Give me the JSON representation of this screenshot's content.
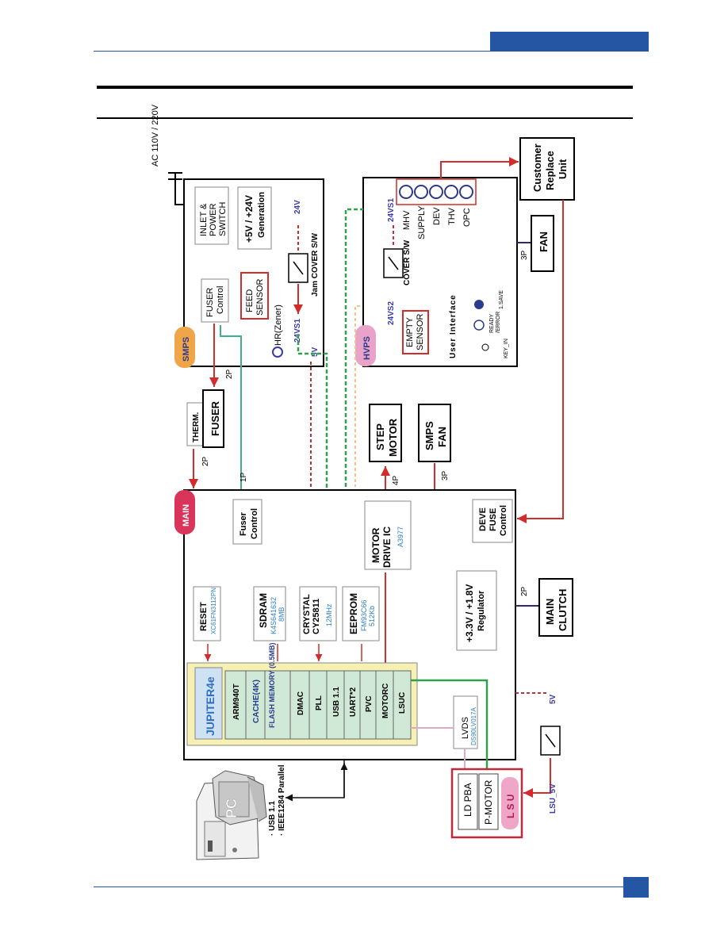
{
  "header": {
    "bar_color": "#2456a4"
  },
  "diagram": {
    "power": {
      "ac_label": "AC 110V / 220V"
    },
    "smps": {
      "tag": "SMPS",
      "inlet": [
        "INLET &",
        "POWER",
        "SWITCH"
      ],
      "gen": [
        "+5V / +24V",
        "Generation"
      ],
      "fuser_ctrl": [
        "FUSER",
        "Control"
      ],
      "feed": [
        "FEED",
        "SENSOR"
      ],
      "hr": "HR(Zener)",
      "v24vs1": "24VS1",
      "v5v": "5V",
      "v24v": "24V",
      "jam": "Jam COVER S/W",
      "p2p": "2P"
    },
    "hvps": {
      "tag": "HVPS",
      "v24vs1": "24VS1",
      "v24vs2": "24VS2",
      "cover": "COVER S/W",
      "empty": [
        "EMPTY",
        "SENSOR"
      ],
      "ui_title": "User Interface",
      "ui_labels": [
        "KEY_IN",
        "READY",
        "/ERROR",
        "1.SAVE"
      ],
      "outputs": [
        "MHV",
        "SUPPLY",
        "DEV",
        "THV",
        "OPC"
      ],
      "p3p": "3P"
    },
    "cru": [
      "Customer",
      "Replace",
      "Unit"
    ],
    "fan": "FAN",
    "therm": "THERM.",
    "fuser": "FUSER",
    "step": [
      "STEP",
      "MOTOR"
    ],
    "smps_fan": [
      "SMPS",
      "FAN"
    ],
    "p2p_fuser": "2P",
    "p1p": "1P",
    "p4p": "4P",
    "p3p_fan": "3P",
    "p2p_clutch": "2P",
    "main": {
      "tag": "MAIN",
      "fuser_control": [
        "Fuser",
        "Control"
      ],
      "motor": [
        "MOTOR",
        "DRIVE IC"
      ],
      "motor_part": "A3977",
      "deve": [
        "DEVE",
        "FUSE",
        "Control"
      ],
      "reset": "RESET",
      "reset_part": "XC61FN3112PN",
      "sdram": "SDRAM",
      "sdram_part": [
        "K4S641632",
        "8MB"
      ],
      "crystal": [
        "CRYSTAL",
        "CY25811"
      ],
      "crystal_freq": "12MHz",
      "eeprom": "EEPROM",
      "eeprom_part": [
        "FM93C66",
        "512Kb"
      ],
      "regulator": [
        "+3.3V / +1.8V",
        "Regulator"
      ],
      "jupiter": "JUPITER4e",
      "blocks": [
        "ARM940T",
        "CACHE(4K)",
        "FLASH MEMORY (0.5MB)",
        "DMAC",
        "PLL",
        "USB 1.1",
        "UART*2",
        "PVC",
        "MOTORC",
        "LSUC"
      ],
      "lvds": "LVDS",
      "lvds_part": "DS90LV017A"
    },
    "clutch": [
      "MAIN",
      "CLUTCH"
    ],
    "lsu": {
      "tag": "L S U",
      "ld": "LD PBA",
      "pmotor": "P-MOTOR",
      "lsu5v": "LSU_5V",
      "v5v": "5V"
    },
    "pc": {
      "label": "PC",
      "links": [
        "· USB 1.1",
        "· IEEE1284 Parallel"
      ]
    }
  }
}
